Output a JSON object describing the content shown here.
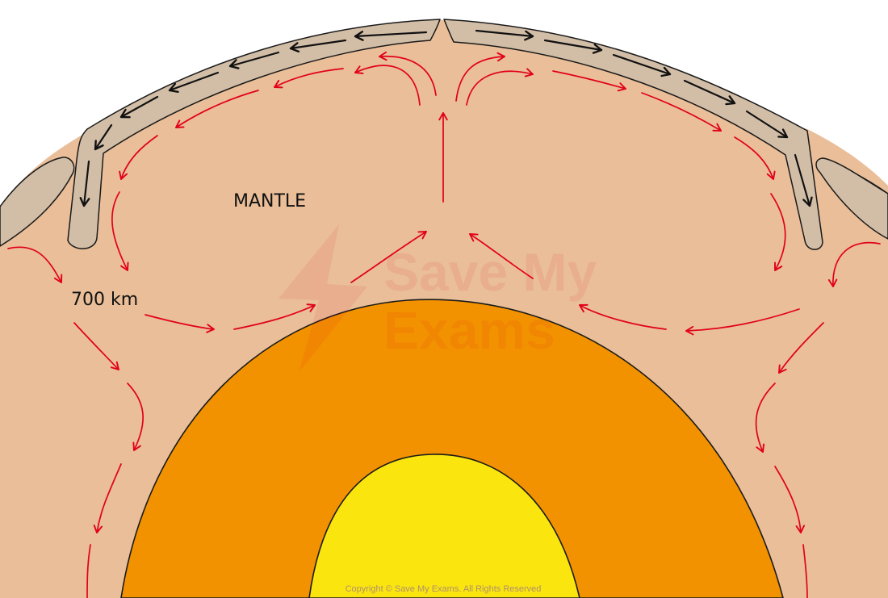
{
  "labels": {
    "mantle": "MANTLE",
    "depth": "700 km"
  },
  "watermark": {
    "line1": "Save My",
    "line2": "Exams"
  },
  "copyright": "Copyright © Save My Exams. All Rights Reserved",
  "colors": {
    "mantle": "#E9BE98",
    "plate": "#D2BEA7",
    "outer_core": "#F39200",
    "inner_core": "#FBE50F",
    "convection_arrow": "#E2001A",
    "plate_motion_arrow": "#111111",
    "outline": "#1a1a1a"
  },
  "icons": {
    "convection": "curved-arrow",
    "plate_motion": "straight-arrow"
  }
}
